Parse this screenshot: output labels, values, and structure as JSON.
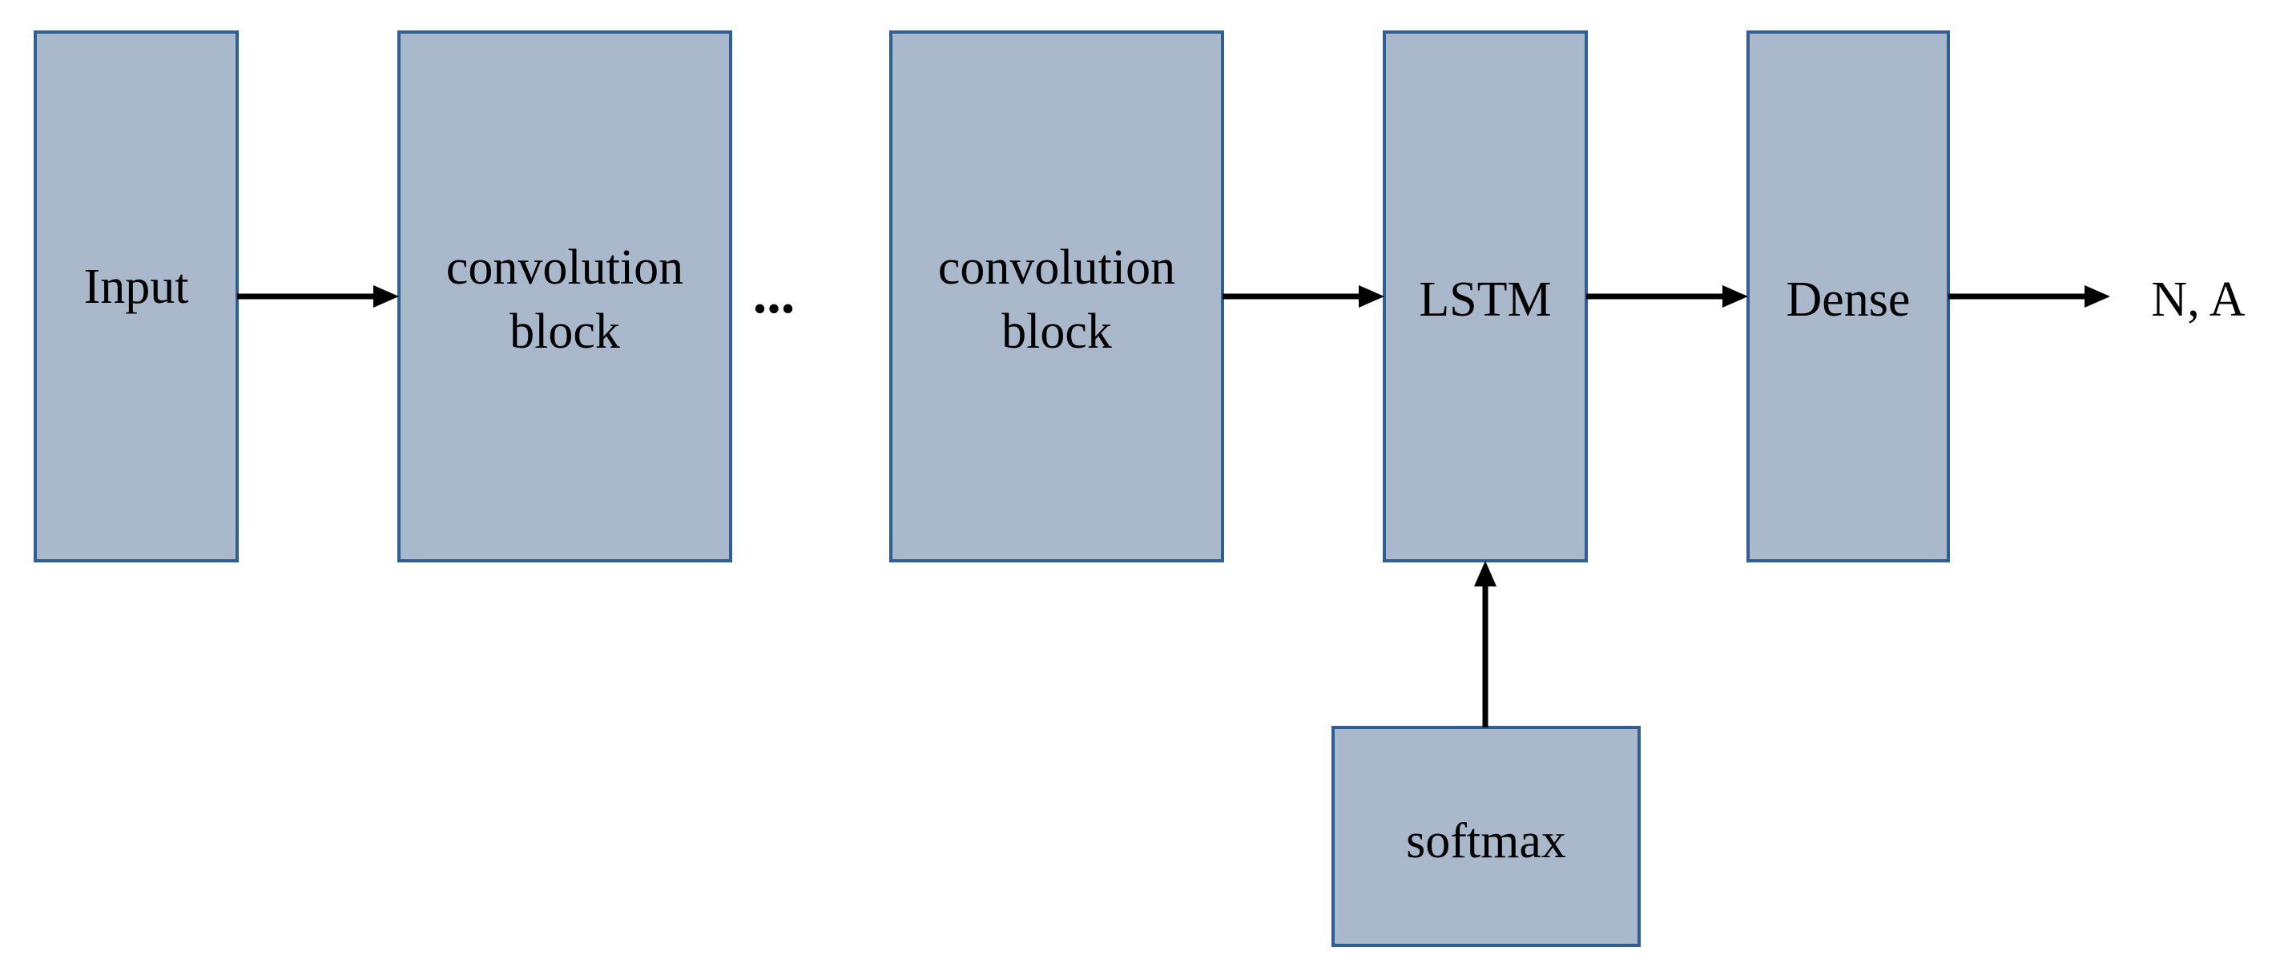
{
  "blocks": {
    "input": {
      "lines": [
        "Input"
      ]
    },
    "conv1": {
      "lines": [
        "convolution",
        "block"
      ]
    },
    "conv2": {
      "lines": [
        "convolution",
        "block"
      ]
    },
    "lstm": {
      "lines": [
        "LSTM"
      ]
    },
    "dense": {
      "lines": [
        "Dense"
      ]
    },
    "softmax": {
      "lines": [
        "softmax"
      ]
    }
  },
  "ellipsis": "...",
  "output_label": "N, A",
  "colors": {
    "block_fill": "#a9b9cb",
    "block_stroke": "#2f5e92",
    "arrow": "#000000"
  }
}
